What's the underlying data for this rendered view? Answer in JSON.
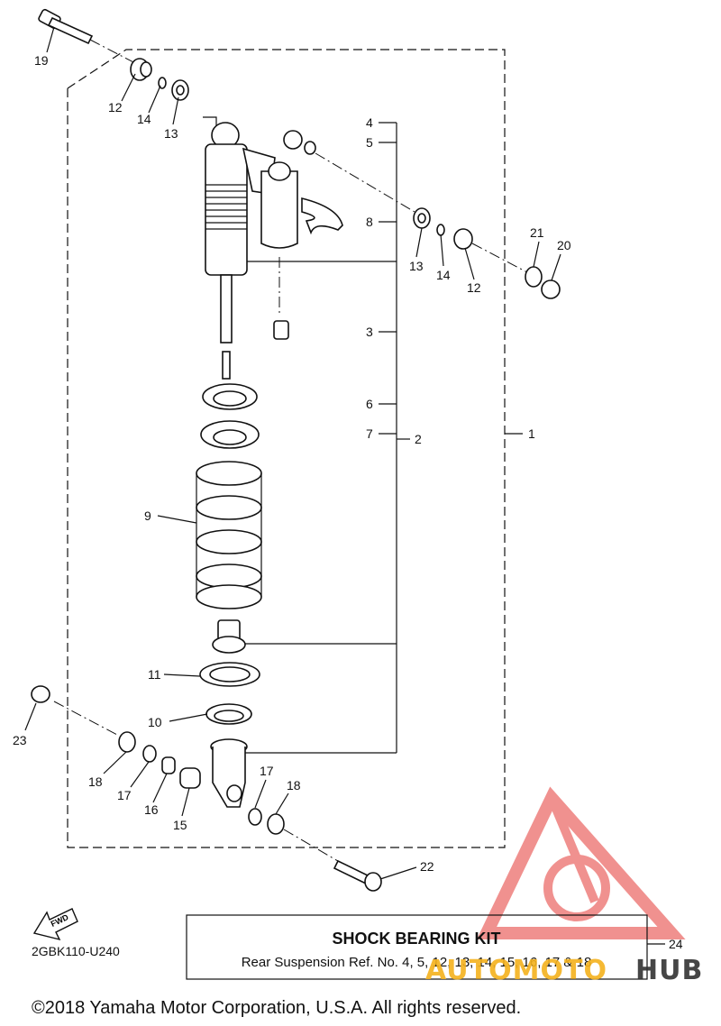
{
  "callouts": {
    "c1": "1",
    "c2": "2",
    "c3": "3",
    "c4": "4",
    "c5": "5",
    "c6": "6",
    "c7": "7",
    "c8": "8",
    "c9": "9",
    "c10": "10",
    "c11": "11",
    "c12a": "12",
    "c12b": "12",
    "c13a": "13",
    "c13b": "13",
    "c14a": "14",
    "c14b": "14",
    "c15": "15",
    "c16": "16",
    "c17a": "17",
    "c17b": "17",
    "c18a": "18",
    "c18b": "18",
    "c19": "19",
    "c20": "20",
    "c21": "21",
    "c22": "22",
    "c23": "23",
    "c24": "24"
  },
  "kit": {
    "title": "SHOCK BEARING KIT",
    "subtitle": "Rear Suspension Ref. No. 4, 5, 12, 13, 14, 15, 16, 17 & 18"
  },
  "fwd_label": "FWD",
  "diagram_code": "2GBK110-U240",
  "copyright": "©2018 Yamaha Motor Corporation, U.S.A. All rights reserved.",
  "watermark": {
    "text_left": "AUTOMOTO",
    "text_right": "HUB",
    "color_left": "#f5b21e",
    "color_right": "#333333",
    "logo_color": "#e53935"
  }
}
